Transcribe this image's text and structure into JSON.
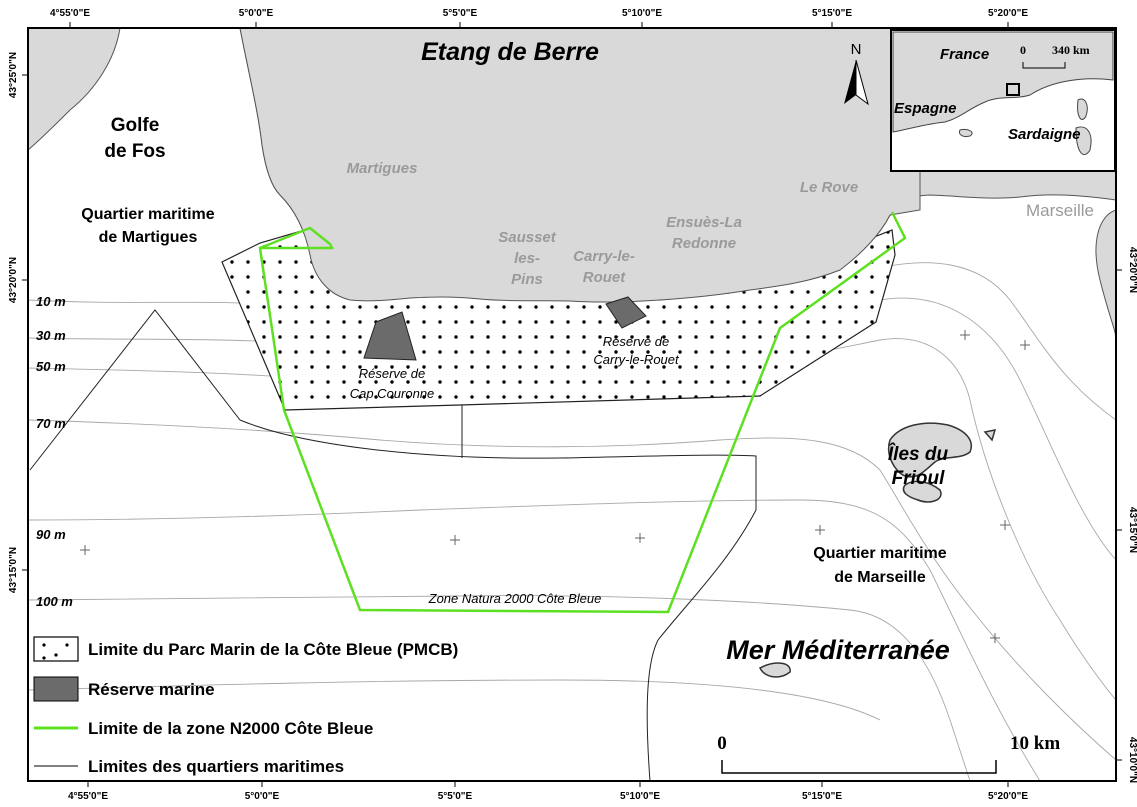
{
  "top_ticks": [
    "4°55'0\"E",
    "5°0'0\"E",
    "5°5'0\"E",
    "5°10'0\"E",
    "5°15'0\"E",
    "5°20'0\"E"
  ],
  "bottom_ticks": [
    "4°55'0\"E",
    "5°0'0\"E",
    "5°5'0\"E",
    "5°10'0\"E",
    "5°15'0\"E",
    "5°20'0\"E"
  ],
  "left_ticks": [
    "43°25'0\"N",
    "43°20'0\"N",
    "43°15'0\"N"
  ],
  "right_ticks": [
    "43°20'0\"N",
    "43°15'0\"N",
    "43°10'0\"N"
  ],
  "depths": [
    "10 m",
    "30 m",
    "50 m",
    "70 m",
    "90 m",
    "100 m"
  ],
  "places": {
    "etang": "Etang de Berre",
    "golfe_l1": "Golfe",
    "golfe_l2": "de Fos",
    "qm_martigues_l1": "Quartier maritime",
    "qm_martigues_l2": "de Martigues",
    "martigues": "Martigues",
    "sausset_l1": "Sausset",
    "sausset_l2": "les-",
    "sausset_l3": "Pins",
    "carry_l1": "Carry-le-",
    "carry_l2": "Rouet",
    "ensues_l1": "Ensuès-La",
    "ensues_l2": "Redonne",
    "le_rove": "Le Rove",
    "marseille": "Marseille",
    "iles_l1": "Îles du",
    "iles_l2": "Frioul",
    "qm_marseille_l1": "Quartier maritime",
    "qm_marseille_l2": "de Marseille",
    "mer": "Mer Méditerranée",
    "res_cap_l1": "Réserve de",
    "res_cap_l2": "Cap Couronne",
    "res_carry_l1": "Réserve de",
    "res_carry_l2": "Carry-le-Rouet",
    "natura": "Zone Natura 2000 Côte Bleue"
  },
  "north_label": "N",
  "inset": {
    "france": "France",
    "espagne": "Espagne",
    "sardaigne": "Sardaigne",
    "scale_zero": "0",
    "scale_label": "340 km"
  },
  "legend": [
    {
      "label": "Limite du Parc Marin de la Côte Bleue (PMCB)",
      "symbol": "dotted-box"
    },
    {
      "label": "Réserve marine",
      "symbol": "grey-box"
    },
    {
      "label": "Limite de la zone N2000 Côte Bleue",
      "symbol": "green-line"
    },
    {
      "label": "Limites des quartiers maritimes",
      "symbol": "thin-line"
    }
  ],
  "scalebar": {
    "zero": "0",
    "label": "10 km"
  },
  "colors": {
    "land": "#d9d9d9",
    "sea": "#ffffff",
    "reserve": "#6b6b6b",
    "natura_line": "#5de021",
    "boundary": "#333333"
  }
}
